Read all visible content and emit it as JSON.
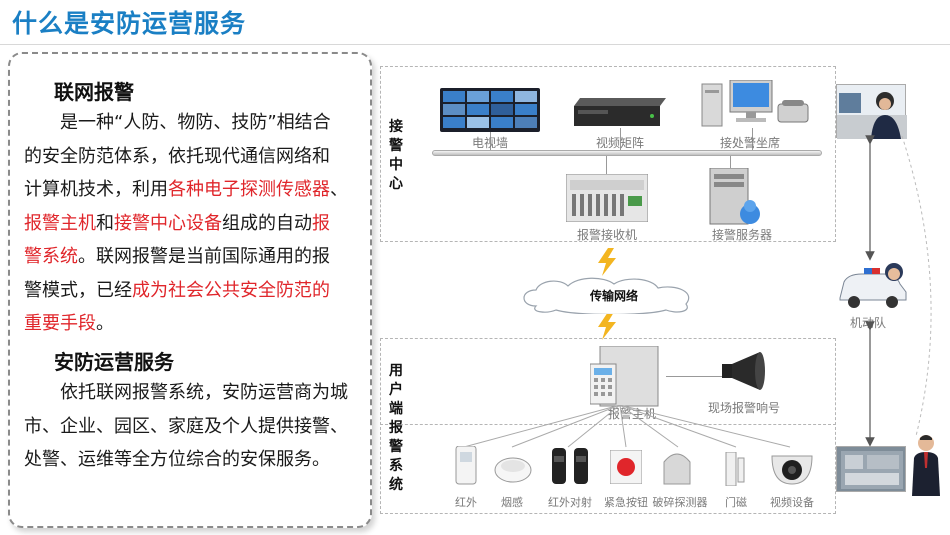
{
  "page": {
    "title": "什么是安防运营服务"
  },
  "left_panel": {
    "section1_title": "联网报警",
    "p1_l1": "是一种“人防、物防、技防”相结合",
    "p1_l2": "的安全防范体系，依托现代通信网络和",
    "p1_l3a": "计算机技术，利用",
    "p1_l3b": "各种电子探测传感器",
    "p1_l3c": "、",
    "p1_l4a": "报警主机",
    "p1_l4b": "和",
    "p1_l4c": "接警中心设备",
    "p1_l4d": "组成的自动",
    "p1_l4e": "报",
    "p1_l5a": "警系统",
    "p1_l5b": "。联网报警是当前国际通用的报",
    "p1_l6a": "警模式，已经",
    "p1_l6b": "成为社会公共安全防范的",
    "p1_l7": "重要手段",
    "p1_l7b": "。",
    "section2_title": "安防运营服务",
    "p2_l1": "依托联网报警系统，安防运营商为城",
    "p2_l2": "市、企业、园区、家庭及个人提供接警、",
    "p2_l3": "处警、运维等全方位综合的安保服务。"
  },
  "diagram": {
    "center_label": "接警中心",
    "user_label": "用户端报警系统",
    "network_label": "传输网络",
    "devices": {
      "tv_wall": "电视墙",
      "video_matrix": "视频矩阵",
      "operator_seat": "接处警坐席",
      "alarm_receiver": "报警接收机",
      "alarm_server": "接警服务器",
      "alarm_host": "报警主机",
      "onsite_siren": "现场报警响号",
      "mobile_team": "机动队"
    },
    "sensors": [
      "红外",
      "烟感",
      "红外对射",
      "紧急按钮",
      "破碎探测器",
      "门磁",
      "视频设备"
    ]
  }
}
